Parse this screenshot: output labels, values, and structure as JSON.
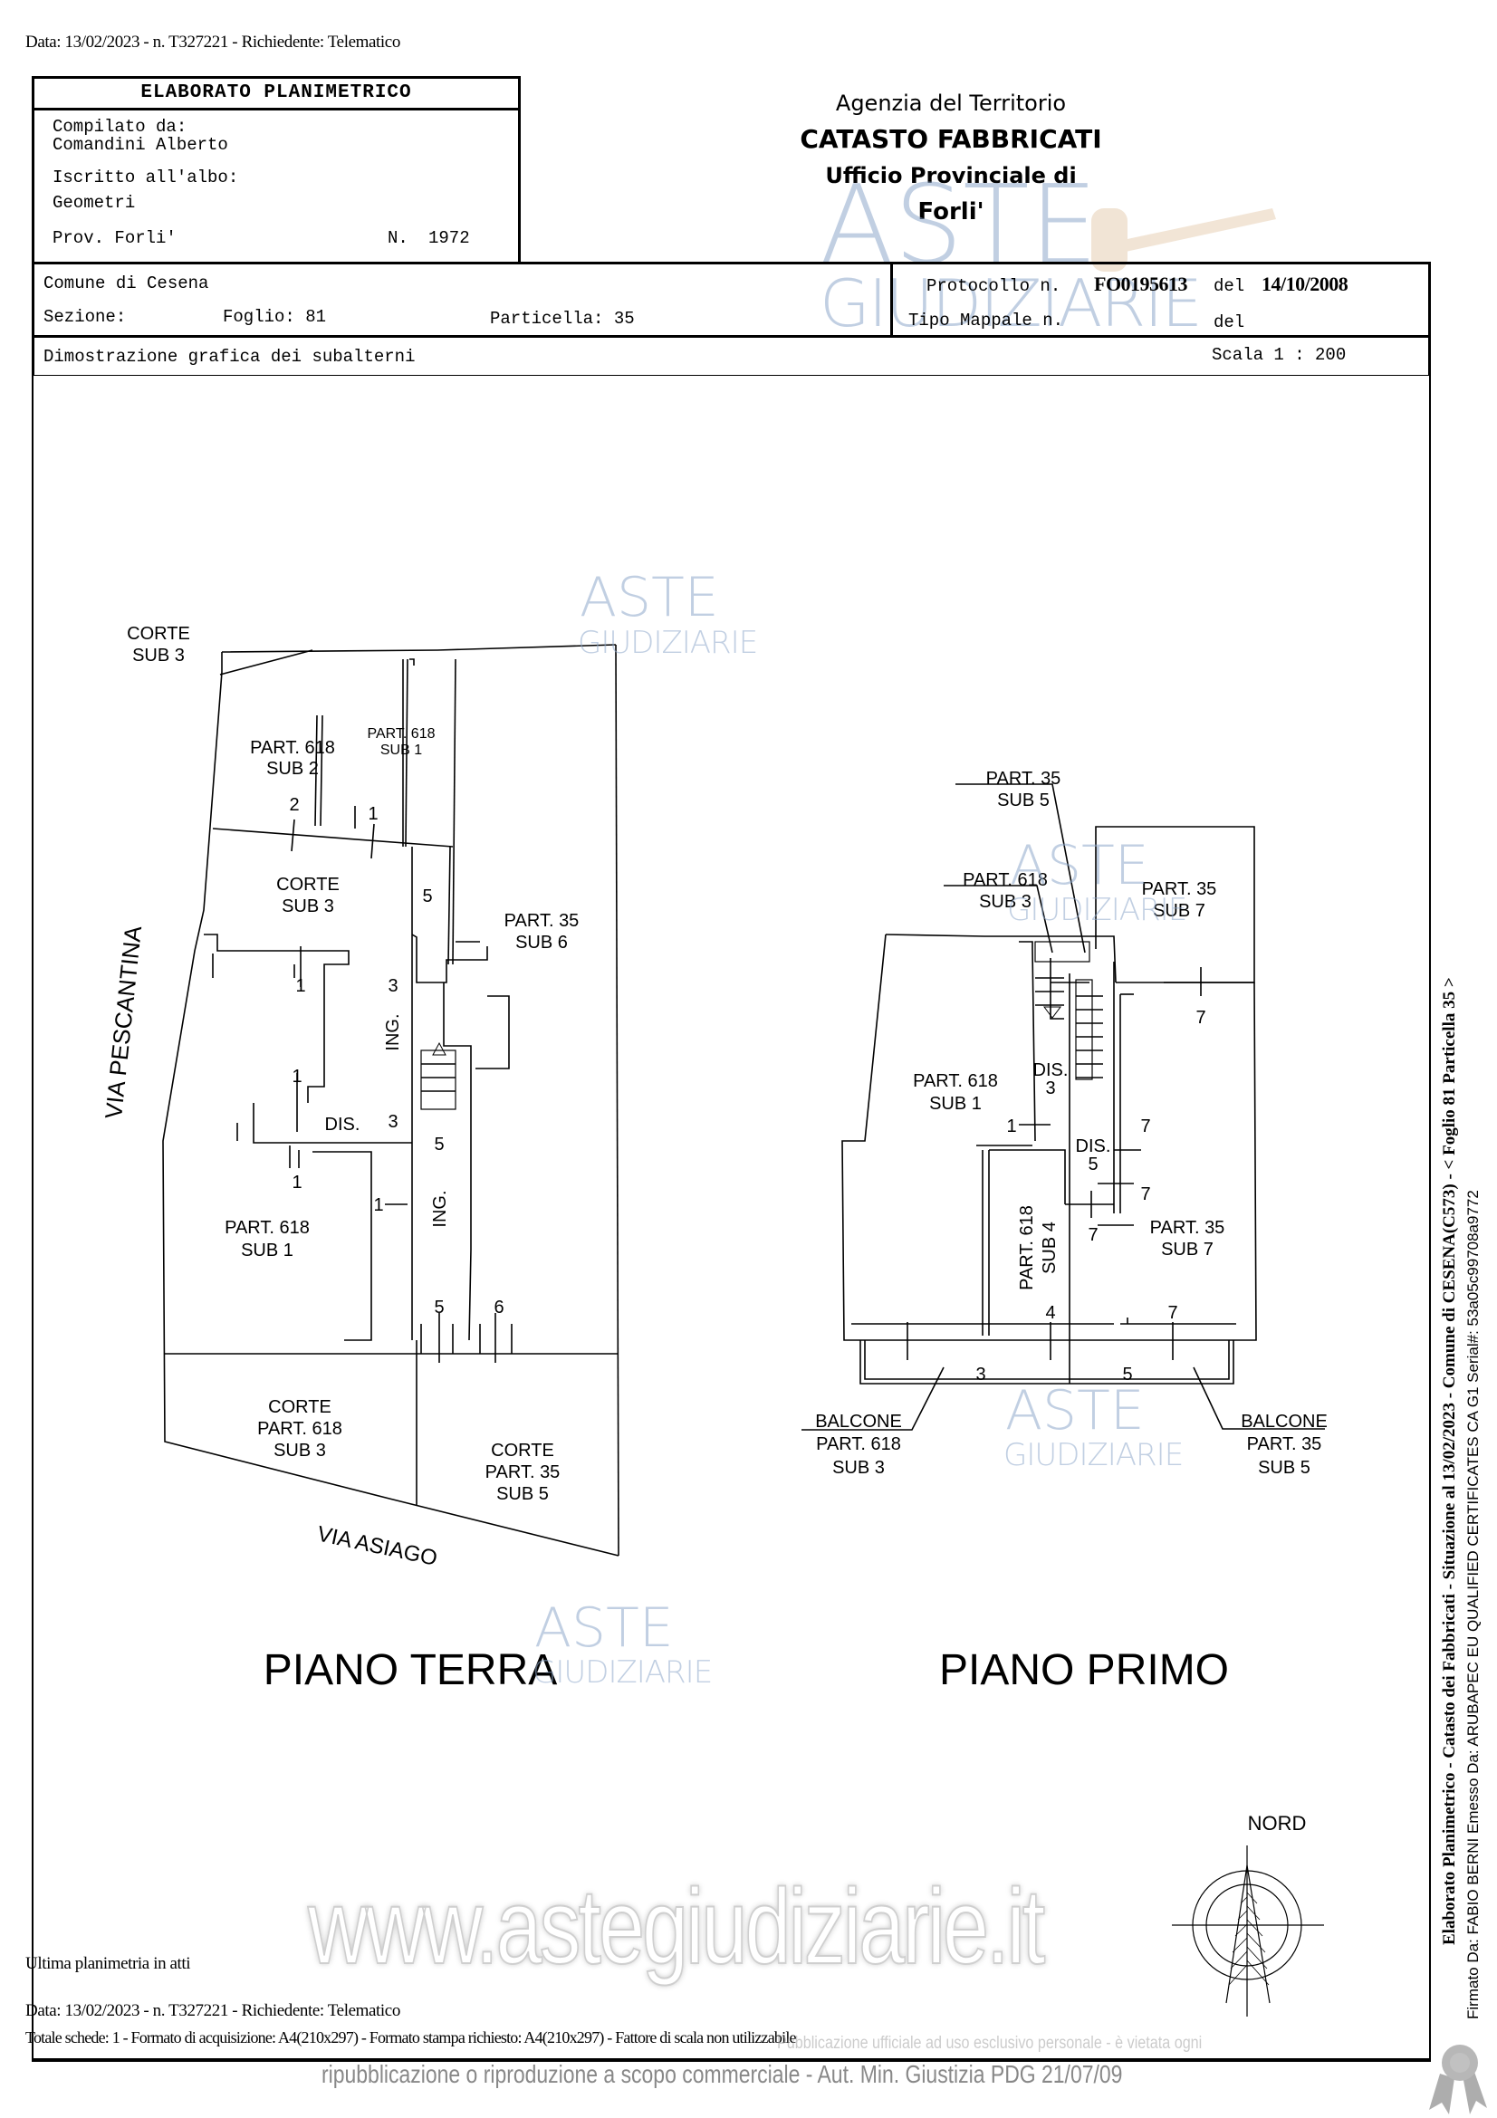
{
  "header": {
    "request_line": "Data: 13/02/2023 - n. T327221 - Richiedente: Telematico"
  },
  "title_block": {
    "title": "ELABORATO PLANIMETRICO",
    "compiled_by_label": "Compilato da:",
    "compiled_by": "Comandini Alberto",
    "registered_label": "Iscritto all'albo:",
    "registered": "Geometri",
    "province": "Prov. Forli'",
    "number_label": "N.",
    "number": "1972"
  },
  "agency": {
    "line1": "Agenzia del Territorio",
    "line2": "CATASTO FABBRICATI",
    "line3": "Ufficio Provinciale di",
    "line4": "Forli'"
  },
  "cadastral": {
    "comune": "Comune di Cesena",
    "sezione_label": "Sezione:",
    "foglio": "Foglio: 81",
    "particella": "Particella: 35",
    "protocollo_label": "Protocollo n.",
    "protocollo": "FO0195613",
    "del_label": "del",
    "protocollo_date": "14/10/2008",
    "tipo_mappale_label": "Tipo Mappale n.",
    "tipo_del_label": "del",
    "section_title": "Dimostrazione grafica dei subalterni",
    "scale": "Scala 1 : 200"
  },
  "plans": {
    "ground_floor": {
      "title": "PIANO TERRA",
      "street_west": "VIA PESCANTINA",
      "street_south": "VIA ASIAGO",
      "labels": {
        "corte_sub3_top_a": "CORTE",
        "corte_sub3_top_b": "SUB 3",
        "p618_sub2_a": "PART. 618",
        "p618_sub2_b": "SUB 2",
        "p618_sub1_top_a": "PART. 618",
        "p618_sub1_top_b": "SUB 1",
        "corte_sub3_mid_a": "CORTE",
        "corte_sub3_mid_b": "SUB 3",
        "p35_sub6_a": "PART. 35",
        "p35_sub6_b": "SUB 6",
        "p618_sub1_a": "PART. 618",
        "p618_sub1_b": "SUB 1",
        "dis": "DIS.",
        "ing1": "ING.",
        "ing2": "ING.",
        "corte_618_a": "CORTE",
        "corte_618_b": "PART. 618",
        "corte_618_c": "SUB 3",
        "corte_35_a": "CORTE",
        "corte_35_b": "PART. 35",
        "corte_35_c": "SUB 5"
      },
      "numbers": [
        "2",
        "1",
        "5",
        "1",
        "3",
        "1",
        "3",
        "1",
        "5",
        "1",
        "5",
        "6"
      ]
    },
    "first_floor": {
      "title": "PIANO PRIMO",
      "labels": {
        "p35_sub5_a": "PART. 35",
        "p35_sub5_b": "SUB 5",
        "p618_sub3_a": "PART. 618",
        "p618_sub3_b": "SUB 3",
        "p35_sub7_top_a": "PART. 35",
        "p35_sub7_top_b": "SUB 7",
        "p618_sub1_a": "PART. 618",
        "p618_sub1_b": "SUB 1",
        "dis3_a": "DIS.",
        "dis3_b": "3",
        "dis5_a": "DIS.",
        "dis5_b": "5",
        "p618_sub4_a": "PART. 618",
        "p618_sub4_b": "SUB 4",
        "p35_sub7_a": "PART. 35",
        "p35_sub7_b": "SUB 7",
        "balcone_l_a": "BALCONE",
        "balcone_l_b": "PART. 618",
        "balcone_l_c": "SUB 3",
        "balcone_r_a": "BALCONE",
        "balcone_r_b": "PART. 35",
        "balcone_r_c": "SUB 5"
      },
      "numbers": [
        "7",
        "1",
        "7",
        "7",
        "7",
        "4",
        "7",
        "3",
        "5"
      ]
    },
    "north_label": "NORD"
  },
  "watermarks": {
    "aste": "ASTE",
    "giudiziarie": "GIUDIZIARIE",
    "site": "www.astegiudiziarie.it",
    "legal_overlay": "Pubblicazione ufficiale ad uso esclusivo personale - è vietata ogni",
    "legal": "ripubblicazione o riproduzione a scopo commerciale - Aut. Min. Giustizia PDG 21/07/09"
  },
  "footer": {
    "last_plan": "Ultima planimetria in atti",
    "request_line": "Data: 13/02/2023 - n. T327221 - Richiedente: Telematico",
    "totals": "Totale schede: 1 - Formato di acquisizione: A4(210x297) - Formato stampa richiesto: A4(210x297) - Fattore di scala non utilizzabile"
  },
  "side": {
    "line1": "Elaborato Planimetrico - Catasto dei Fabbricati - Situazione al 13/02/2023 - Comune di CESENA(C573) - < Foglio 81 Particella 35 >",
    "line2": "Firmato Da: FABIO BERNI Emesso Da: ARUBAPEC EU QUALIFIED CERTIFICATES CA G1 Serial#: 53a05c99708a9772"
  }
}
